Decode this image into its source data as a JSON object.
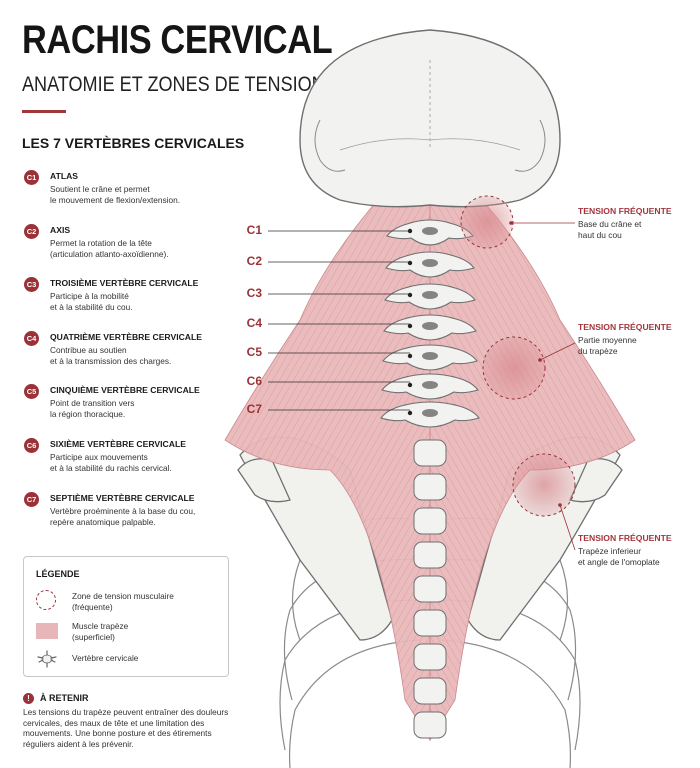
{
  "title": "RACHIS CERVICAL",
  "subtitle": "ANATOMIE ET ZONES DE TENSION",
  "section_title": "LES 7 VERTÈBRES CERVICALES",
  "vertebrae": [
    {
      "code": "C1",
      "name": "ATLAS",
      "desc": [
        "Soutient le crâne et permet",
        "le mouvement de flexion/extension."
      ]
    },
    {
      "code": "C2",
      "name": "AXIS",
      "desc": [
        "Permet la rotation de la tête",
        "(articulation atlanto-axoïdienne)."
      ]
    },
    {
      "code": "C3",
      "name": "TROISIÈME VERTÈBRE CERVICALE",
      "desc": [
        "Participe à la mobilité",
        "et à la stabilité du cou."
      ]
    },
    {
      "code": "C4",
      "name": "QUATRIÈME VERTÈBRE CERVICALE",
      "desc": [
        "Contribue au soutien",
        "et à la transmission des charges."
      ]
    },
    {
      "code": "C5",
      "name": "CINQUIÈME VERTÈBRE CERVICALE",
      "desc": [
        "Point de transition vers",
        "la région thoracique."
      ]
    },
    {
      "code": "C6",
      "name": "SIXIÈME VERTÈBRE CERVICALE",
      "desc": [
        "Participe aux mouvements",
        "et à la stabilité du rachis cervical."
      ]
    },
    {
      "code": "C7",
      "name": "SEPTIÈME VERTÈBRE CERVICALE",
      "desc": [
        "Vertèbre proéminente à la base du cou,",
        "repère anatomique palpable."
      ]
    }
  ],
  "legend": {
    "title": "LÉGENDE",
    "items": [
      {
        "icon": "dashed-circle-icon",
        "lines": [
          "Zone de tension musculaire",
          "(fréquente)"
        ]
      },
      {
        "icon": "muscle-swatch-icon",
        "lines": [
          "Muscle trapèze",
          "(superficiel)"
        ]
      },
      {
        "icon": "vertebra-icon",
        "lines": [
          "Vertèbre cervicale"
        ]
      }
    ]
  },
  "retenir": {
    "icon": "info-icon",
    "icon_glyph": "!",
    "title": "À RETENIR",
    "lines": [
      "Les tensions du trapèze peuvent entraîner des douleurs",
      "cervicales, des maux de tête et une limitation des",
      "mouvements. Une bonne posture et des étirements",
      "réguliers aident à les prévenir."
    ]
  },
  "vertebra_labels": [
    "C1",
    "C2",
    "C3",
    "C4",
    "C5",
    "C6",
    "C7"
  ],
  "tension_zones": [
    {
      "title": "TENSION FRÉQUENTE",
      "lines": [
        "Base du crâne et",
        "haut du cou"
      ]
    },
    {
      "title": "TENSION FRÉQUENTE",
      "lines": [
        "Partie moyenne",
        "du trapèze"
      ]
    },
    {
      "title": "TENSION FRÉQUENTE",
      "lines": [
        "Trapèze inferieur",
        "et angle de l'omoplate"
      ]
    }
  ],
  "colors": {
    "accent": "#9b3238",
    "muscle": "#e7b6b8",
    "bone": "#f2f2f0",
    "bone_stroke": "#6f6f6f"
  }
}
